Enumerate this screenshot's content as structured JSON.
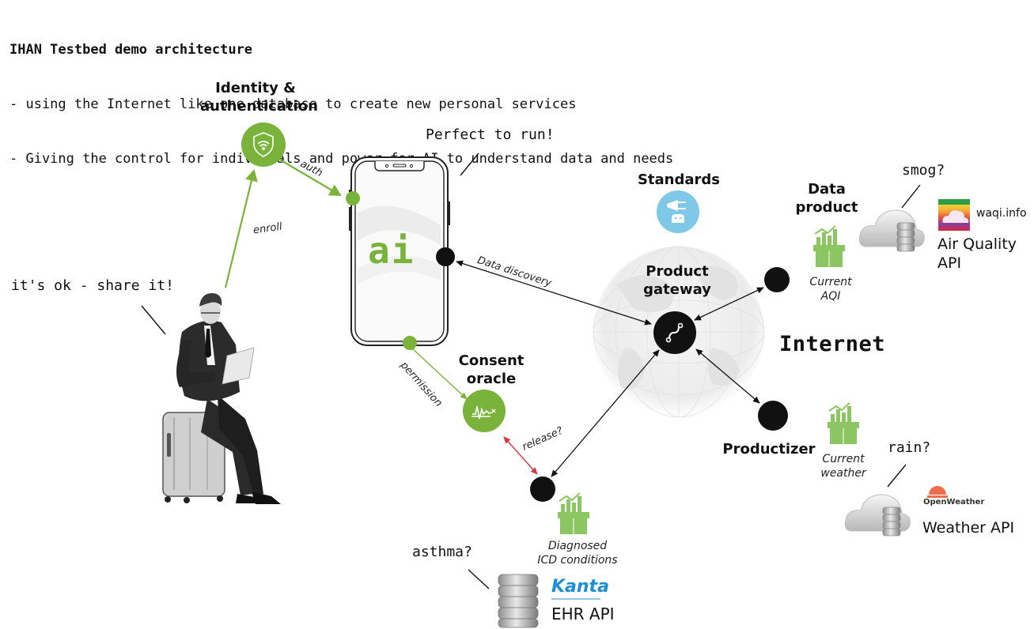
{
  "header": {
    "title": "IHAN Testbed demo architecture",
    "lines": [
      "- using the Internet like one database to create new personal services",
      "- Giving the control for individuals and power for AI to understand data and needs"
    ]
  },
  "colors": {
    "green": "#79b33b",
    "product_green": "#8cc663",
    "black_node": "#111111",
    "standards_blue": "#7fc8e8",
    "release_red": "#d9363e",
    "openweather_orange": "#ea6e4b",
    "kanta_blue": "#1d8fd1"
  },
  "speech": {
    "user": "it's ok - share it!",
    "phone": "Perfect to run!",
    "air": "smog?",
    "weather": "rain?",
    "ehr": "asthma?"
  },
  "nodes": {
    "identity": "Identity &\nauthentication",
    "phone_app": "ai",
    "consent": "Consent\noracle",
    "standards": "Standards",
    "gateway": "Product\ngateway",
    "data_product": "Data\nproduct",
    "productizer": "Productizer",
    "internet": "Internet"
  },
  "edges": {
    "enroll": "enroll",
    "auth": "auth",
    "data_discovery": "Data discovery",
    "permission": "permission",
    "release": "release?"
  },
  "products": {
    "aqi": "Current\nAQI",
    "weather": "Current\nweather",
    "icd": "Diagnosed\nICD conditions"
  },
  "apis": {
    "air": {
      "logo_text": "waqi.info",
      "name": "Air Quality\nAPI"
    },
    "weather": {
      "logo_text": "OpenWeather",
      "name": "Weather API"
    },
    "ehr": {
      "logo_text": "Kanta",
      "name": "EHR API"
    }
  },
  "icons": {
    "identity": "shield-wifi-icon",
    "consent": "heartbeat-icon",
    "standards": "plug-socket-icon",
    "gateway": "route-icon",
    "product": "chart-box-icon",
    "cloud_db": "cloud-database-icon",
    "db": "database-icon",
    "user": "person-on-suitcase-figure"
  }
}
